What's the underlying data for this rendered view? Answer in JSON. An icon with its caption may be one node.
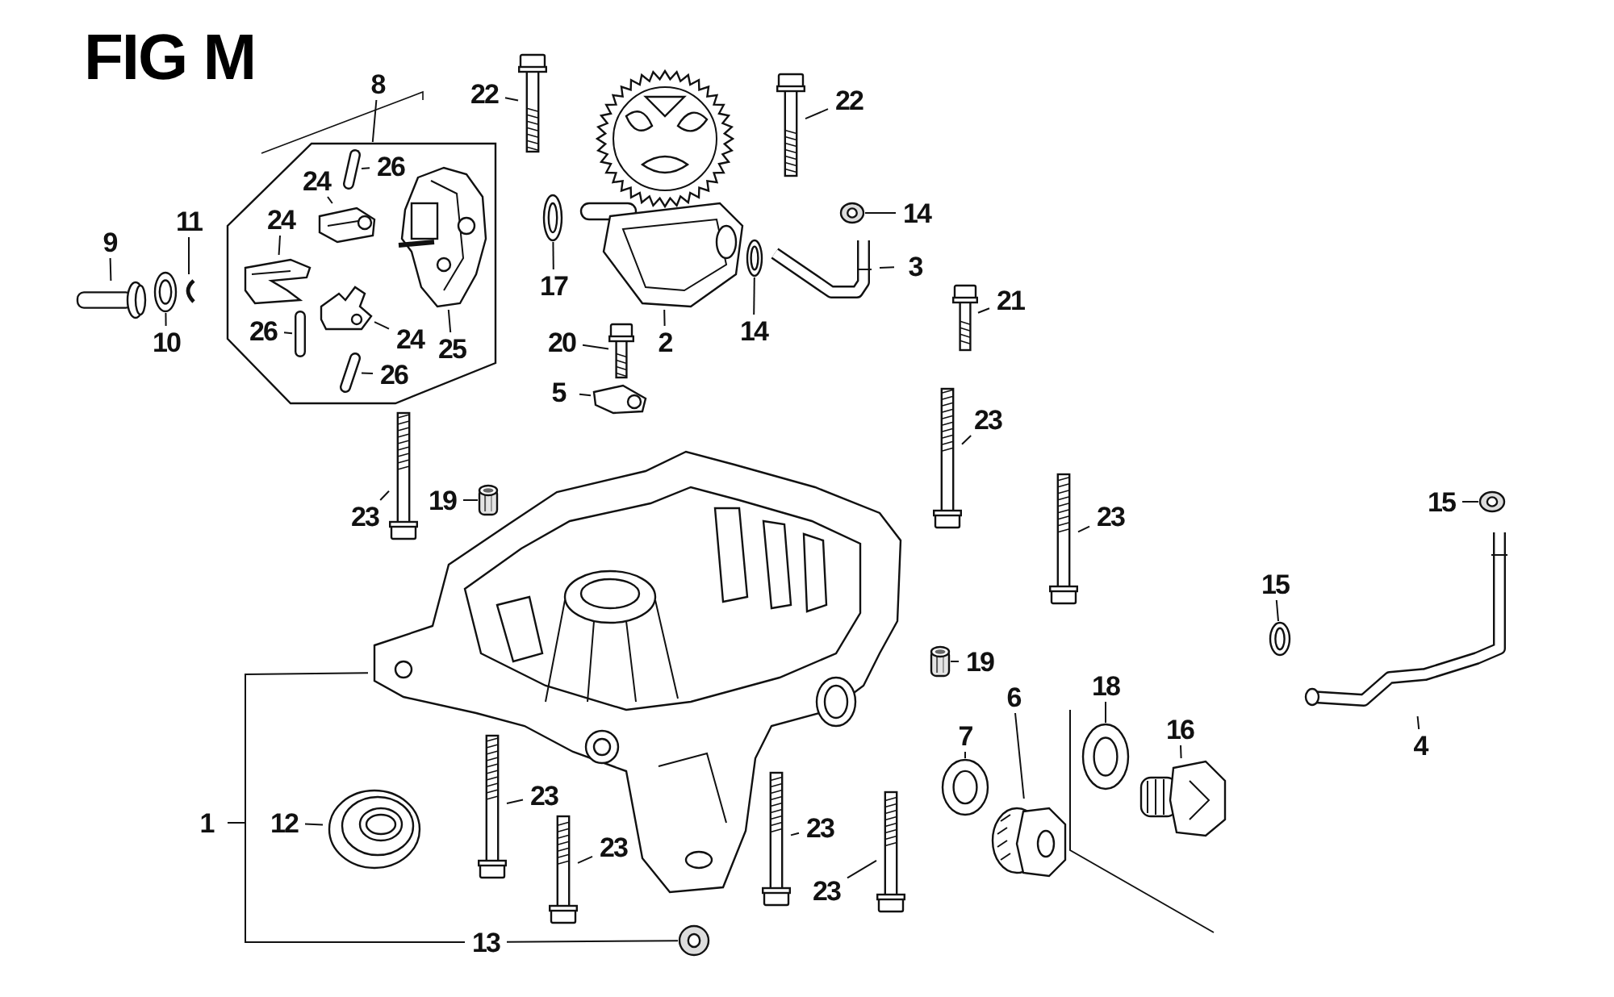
{
  "diagram": {
    "title": "FIG M",
    "nodes": [
      {
        "text": [
          "22"
        ]
      },
      {
        "text": [],
        "shape": "picture"
      },
      {
        "text": [
          "22"
        ]
      },
      {
        "text": [],
        "shape": "picture"
      },
      {
        "text": [
          "8"
        ]
      },
      {
        "text": [],
        "shape": "picture"
      },
      {
        "text": [
          "24"
        ],
        "in": 5
      },
      {
        "text": [],
        "shape": "picture",
        "in": 5
      },
      {
        "text": [
          "26"
        ],
        "in": 5
      },
      {
        "text": [],
        "shape": "picture",
        "in": 5
      },
      {
        "text": [
          "24"
        ],
        "in": 5
      },
      {
        "text": [],
        "shape": "picture",
        "in": 5
      },
      {
        "text": [
          "26"
        ],
        "in": 5
      },
      {
        "text": [],
        "shape": "picture",
        "in": 5
      },
      {
        "text": [
          "24"
        ],
        "in": 5
      },
      {
        "text": [],
        "shape": "picture",
        "in": 5
      },
      {
        "text": [
          "26"
        ],
        "in": 5
      },
      {
        "text": [],
        "shape": "picture",
        "in": 5
      },
      {
        "text": [
          "25"
        ],
        "in": 5
      },
      {
        "text": [],
        "shape": "picture",
        "in": 5
      },
      {
        "text": [
          "9"
        ]
      },
      {
        "text": [],
        "shape": "picture"
      },
      {
        "text": [
          "11"
        ]
      },
      {
        "text": [],
        "shape": "picture"
      },
      {
        "text": [
          "10"
        ]
      },
      {
        "text": [],
        "shape": "picture"
      },
      {
        "text": [
          "17"
        ]
      },
      {
        "text": [],
        "shape": "picture"
      },
      {
        "text": [
          "2"
        ]
      },
      {
        "text": [],
        "shape": "picture"
      },
      {
        "text": [
          "14"
        ]
      },
      {
        "text": [],
        "shape": "picture"
      },
      {
        "text": [
          "3"
        ]
      },
      {
        "text": [],
        "shape": "picture"
      },
      {
        "text": [
          "14"
        ]
      },
      {
        "text": [],
        "shape": "picture"
      },
      {
        "text": [
          "21"
        ]
      },
      {
        "text": [],
        "shape": "picture"
      },
      {
        "text": [
          "20"
        ]
      },
      {
        "text": [],
        "shape": "picture"
      },
      {
        "text": [
          "5"
        ]
      },
      {
        "text": [],
        "shape": "picture"
      },
      {
        "text": [
          "23"
        ]
      },
      {
        "text": [],
        "shape": "picture"
      },
      {
        "text": [
          "19"
        ]
      },
      {
        "text": [],
        "shape": "picture"
      },
      {
        "text": [
          "23"
        ]
      },
      {
        "text": [],
        "shape": "picture"
      },
      {
        "text": [
          "23"
        ]
      },
      {
        "text": [],
        "shape": "picture"
      },
      {
        "text": [
          "15"
        ]
      },
      {
        "text": [],
        "shape": "picture"
      },
      {
        "text": [
          "15"
        ]
      },
      {
        "text": [],
        "shape": "picture"
      },
      {
        "text": [
          "4"
        ]
      },
      {
        "text": [],
        "shape": "picture"
      },
      {
        "text": [
          "19"
        ]
      },
      {
        "text": [],
        "shape": "picture"
      },
      {
        "text": [
          "6"
        ]
      },
      {
        "text": [],
        "shape": "picture"
      },
      {
        "text": [
          "7"
        ]
      },
      {
        "text": [],
        "shape": "picture"
      },
      {
        "text": [
          "18"
        ]
      },
      {
        "text": [],
        "shape": "picture"
      },
      {
        "text": [
          "16"
        ]
      },
      {
        "text": [],
        "shape": "picture"
      },
      {
        "text": [
          "1"
        ]
      },
      {
        "text": [],
        "shape": "picture"
      },
      {
        "text": [
          "12"
        ]
      },
      {
        "text": [],
        "shape": "picture"
      },
      {
        "text": [
          "23"
        ]
      },
      {
        "text": [],
        "shape": "picture"
      },
      {
        "text": [
          "23"
        ]
      },
      {
        "text": [],
        "shape": "picture"
      },
      {
        "text": [
          "23"
        ]
      },
      {
        "text": [],
        "shape": "picture"
      },
      {
        "text": [
          "23"
        ]
      },
      {
        "text": [],
        "shape": "picture"
      },
      {
        "text": [
          "13"
        ]
      },
      {
        "text": [],
        "shape": "picture"
      }
    ],
    "edges": [
      {
        "from": 0,
        "to": 1,
        "arrow": "none"
      },
      {
        "from": 2,
        "to": 3,
        "arrow": "none"
      },
      {
        "from": 4,
        "to": 5,
        "arrow": "none"
      },
      {
        "from": 6,
        "to": 7,
        "arrow": "none"
      },
      {
        "from": 8,
        "to": 9,
        "arrow": "none"
      },
      {
        "from": 10,
        "to": 11,
        "arrow": "none"
      },
      {
        "from": 12,
        "to": 13,
        "arrow": "none"
      },
      {
        "from": 14,
        "to": 15,
        "arrow": "none"
      },
      {
        "from": 16,
        "to": 17,
        "arrow": "none"
      },
      {
        "from": 18,
        "to": 19,
        "arrow": "none"
      },
      {
        "from": 20,
        "to": 21,
        "arrow": "none"
      },
      {
        "from": 22,
        "to": 23,
        "arrow": "none"
      },
      {
        "from": 24,
        "to": 25,
        "arrow": "none"
      },
      {
        "from": 26,
        "to": 27,
        "arrow": "none"
      },
      {
        "from": 28,
        "to": 29,
        "arrow": "none"
      },
      {
        "from": 30,
        "to": 31,
        "arrow": "none"
      },
      {
        "from": 32,
        "to": 33,
        "arrow": "none"
      },
      {
        "from": 34,
        "to": 35,
        "arrow": "none"
      },
      {
        "from": 36,
        "to": 37,
        "arrow": "none"
      },
      {
        "from": 38,
        "to": 39,
        "arrow": "none"
      },
      {
        "from": 40,
        "to": 41,
        "arrow": "none"
      },
      {
        "from": 42,
        "to": 43,
        "arrow": "none"
      },
      {
        "from": 44,
        "to": 45,
        "arrow": "none"
      },
      {
        "from": 46,
        "to": 47,
        "arrow": "none"
      },
      {
        "from": 48,
        "to": 49,
        "arrow": "none"
      },
      {
        "from": 50,
        "to": 51,
        "arrow": "none"
      },
      {
        "from": 52,
        "to": 53,
        "arrow": "none"
      },
      {
        "from": 54,
        "to": 55,
        "arrow": "none"
      },
      {
        "from": 56,
        "to": 57,
        "arrow": "none"
      },
      {
        "from": 58,
        "to": 59,
        "arrow": "none"
      },
      {
        "from": 60,
        "to": 61,
        "arrow": "none"
      },
      {
        "from": 62,
        "to": 63,
        "arrow": "none"
      },
      {
        "from": 64,
        "to": 65,
        "arrow": "none"
      },
      {
        "from": 66,
        "to": 67,
        "arrow": "none"
      },
      {
        "from": 68,
        "to": 69,
        "arrow": "none"
      },
      {
        "from": 70,
        "to": 71,
        "arrow": "none"
      },
      {
        "from": 72,
        "to": 73,
        "arrow": "none"
      },
      {
        "from": 74,
        "to": 75,
        "arrow": "none"
      },
      {
        "from": 76,
        "to": 77,
        "arrow": "none"
      },
      {
        "from": 78,
        "to": 79,
        "arrow": "none"
      },
      {
        "from": 66,
        "to": 78,
        "arrow": "none"
      }
    ]
  }
}
